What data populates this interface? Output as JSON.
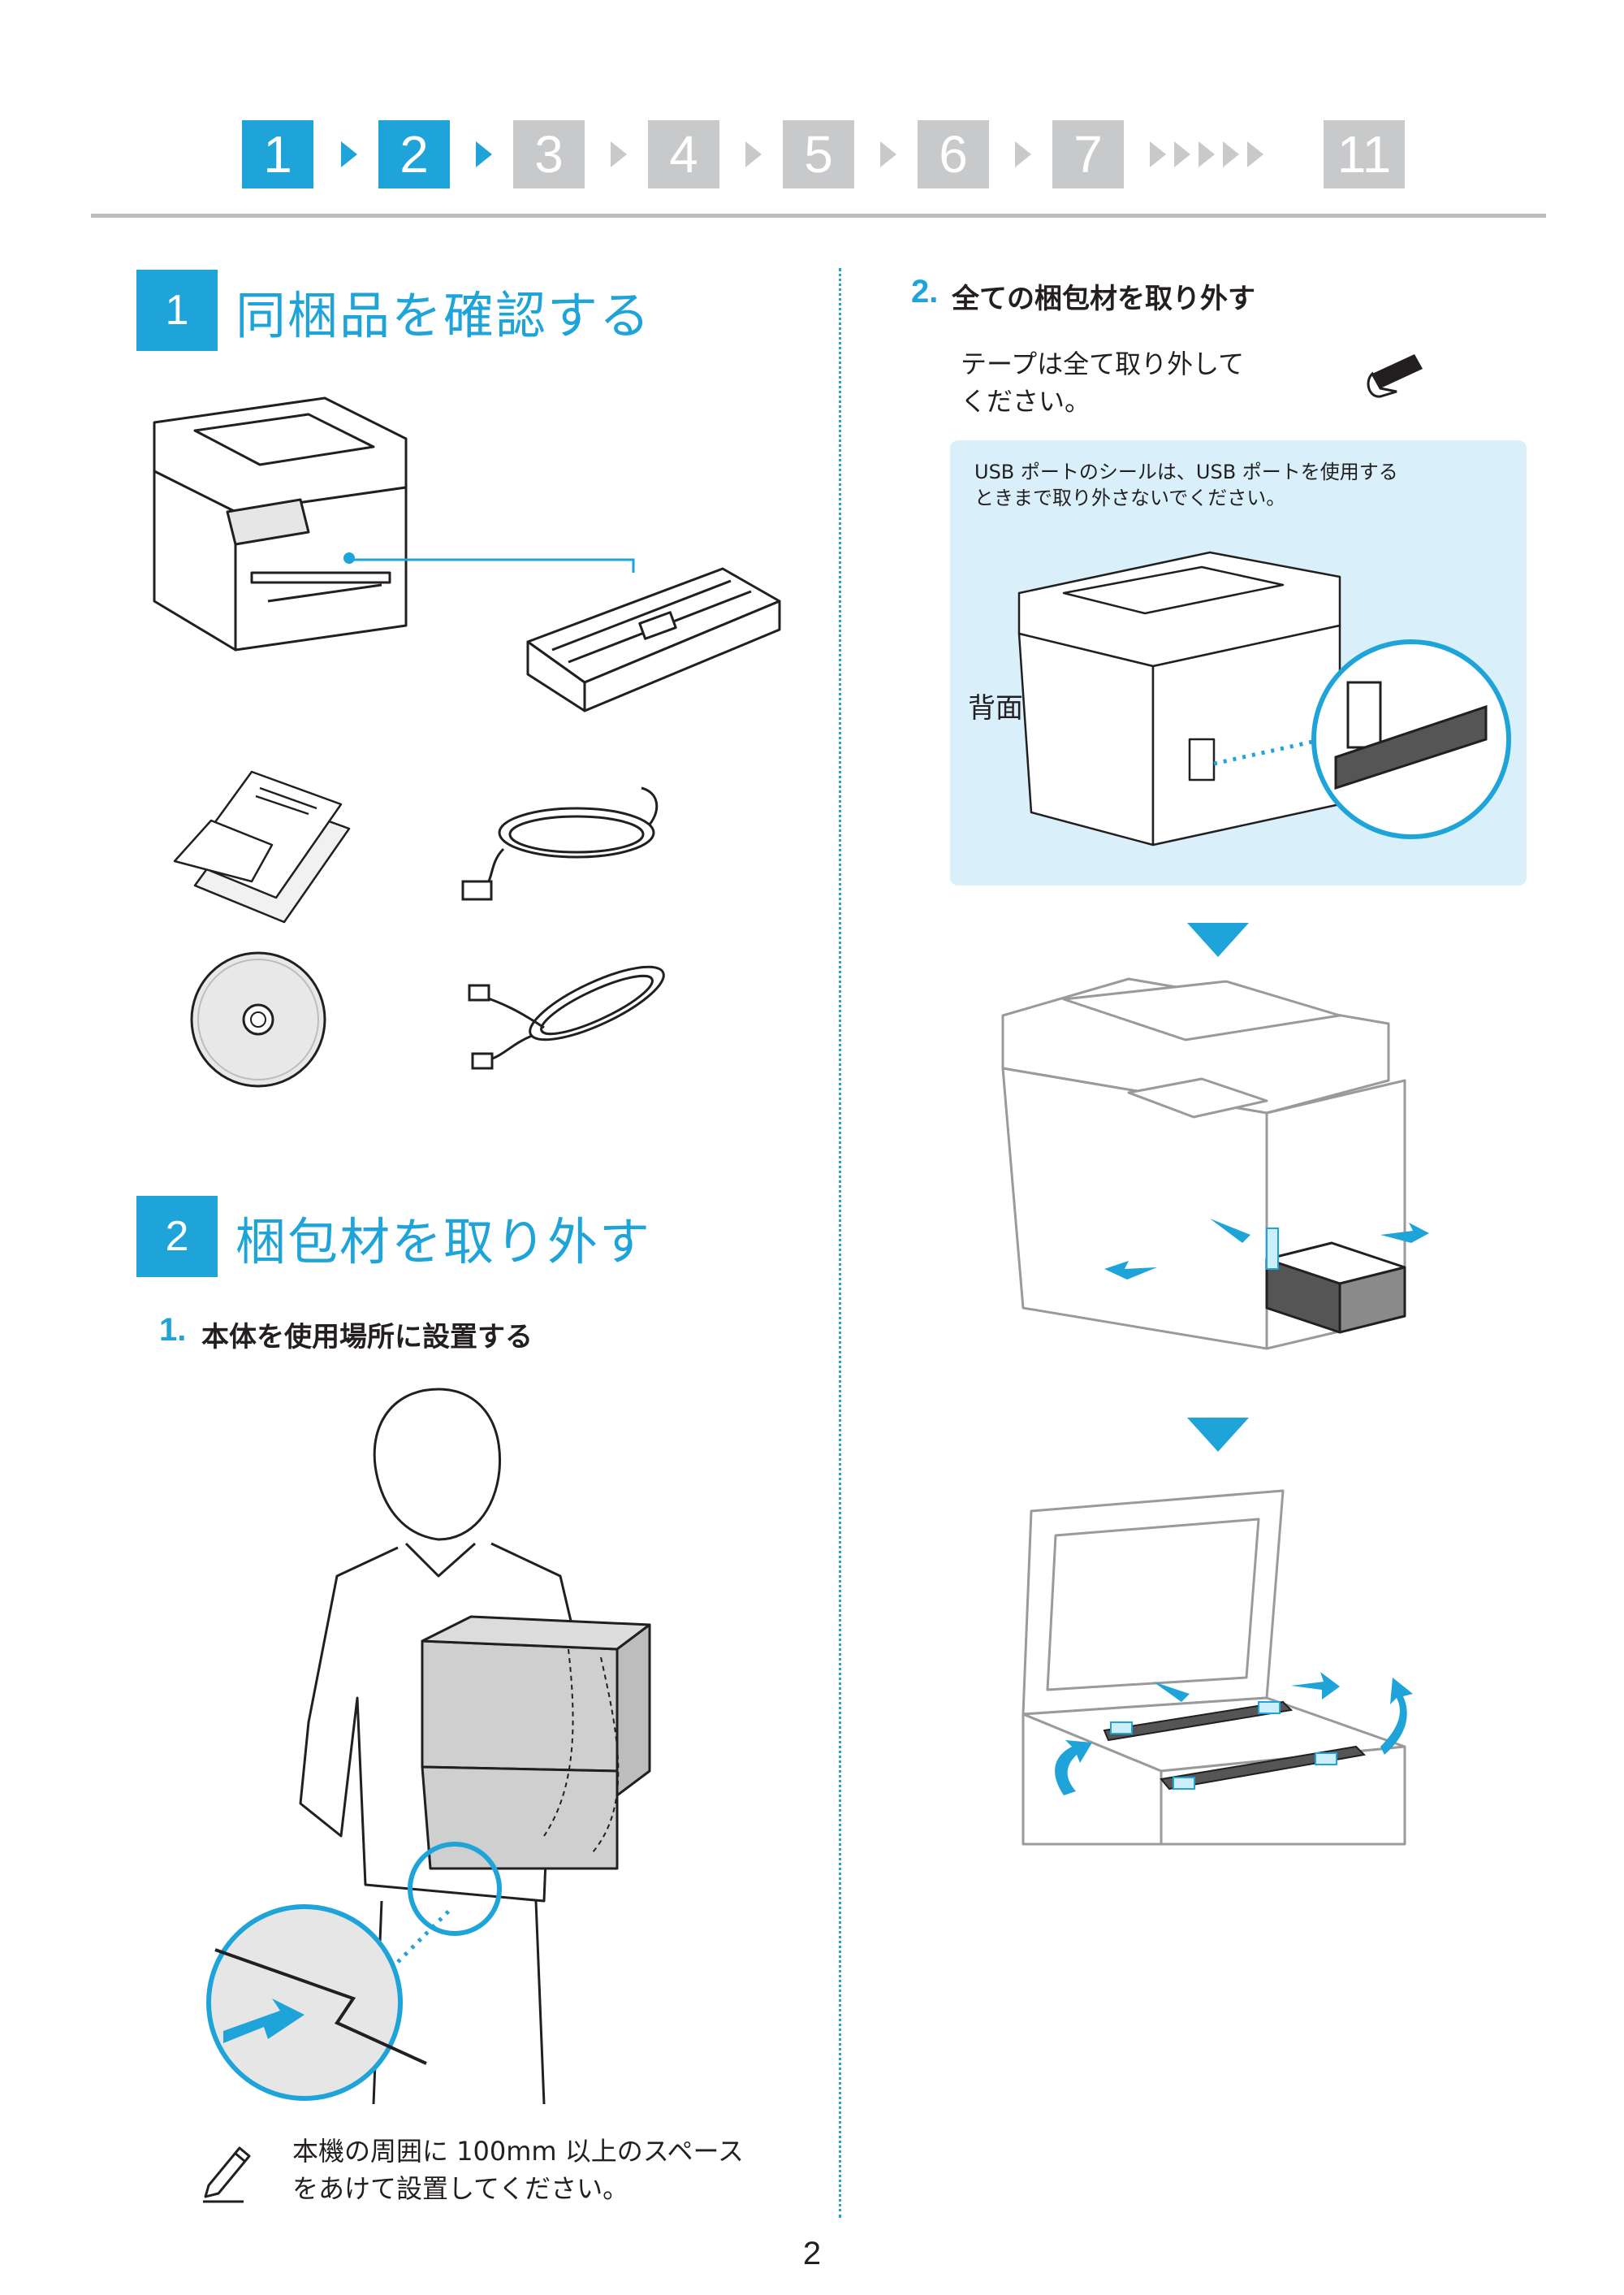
{
  "nav": {
    "steps": [
      {
        "label": "1",
        "state": "active"
      },
      {
        "label": "2",
        "state": "active"
      },
      {
        "label": "3",
        "state": "inactive"
      },
      {
        "label": "4",
        "state": "inactive"
      },
      {
        "label": "5",
        "state": "inactive"
      },
      {
        "label": "6",
        "state": "inactive"
      },
      {
        "label": "7",
        "state": "inactive"
      },
      {
        "label": "11",
        "state": "inactive"
      }
    ]
  },
  "colors": {
    "accent": "#1ea4d9",
    "inactive": "#c8c9ca",
    "note_bg": "#d9f0fb",
    "text": "#231f20"
  },
  "section1": {
    "number": "1",
    "title": "同梱品を確認する"
  },
  "section2": {
    "number": "2",
    "title": "梱包材を取り外す",
    "step1": {
      "number": "1.",
      "title": "本体を使用場所に設置する"
    },
    "note": "本機の周囲に 100mm 以上のスペースをあけて設置してください。",
    "note_line1": "本機の周囲に 100mm 以上のスペース",
    "note_line2": "をあけて設置してください。"
  },
  "right": {
    "step2": {
      "number": "2.",
      "title": "全ての梱包材を取り外す"
    },
    "tape_line1": "テープは全て取り外して",
    "tape_line2": "ください。",
    "usb_note_line1": "USB ポートのシールは、USB ポートを使用する",
    "usb_note_line2": "ときまで取り外さないでください。",
    "back_label": "背面"
  },
  "page_number": "2"
}
